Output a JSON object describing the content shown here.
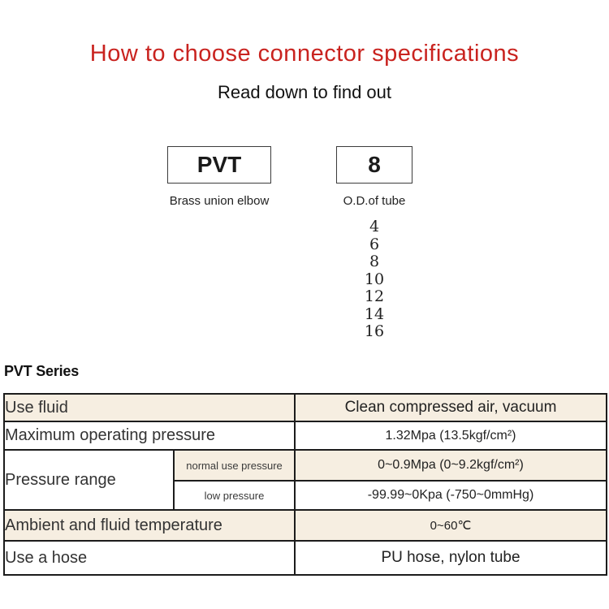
{
  "colors": {
    "title_red": "#c9231f",
    "row_highlight_beige": "#f6eee1",
    "table_border": "#1c1c1c"
  },
  "header": {
    "title": "How to choose connector specifications",
    "subtitle": "Read down to find out"
  },
  "selector": {
    "model": {
      "code": "PVT",
      "description": "Brass union elbow"
    },
    "tube": {
      "code": "8",
      "description": "O.D.of tube",
      "options": [
        "4",
        "6",
        "8",
        "10",
        "12",
        "14",
        "16"
      ]
    }
  },
  "series_heading": "PVT Series",
  "spec_table": {
    "use_fluid": {
      "label": "Use fluid",
      "value": "Clean compressed air, vacuum"
    },
    "max_pressure": {
      "label": "Maximum operating pressure",
      "value": "1.32Mpa (13.5kgf/cm²)"
    },
    "pressure_range": {
      "label": "Pressure range",
      "normal": {
        "label": "normal use pressure",
        "value": "0~0.9Mpa (0~9.2kgf/cm²)"
      },
      "low": {
        "label": "low pressure",
        "value": "-99.99~0Kpa (-750~0mmHg)"
      }
    },
    "temperature": {
      "label": "Ambient and fluid temperature",
      "value": "0~60℃"
    },
    "hose": {
      "label": "Use a hose",
      "value": "PU hose, nylon tube"
    }
  }
}
